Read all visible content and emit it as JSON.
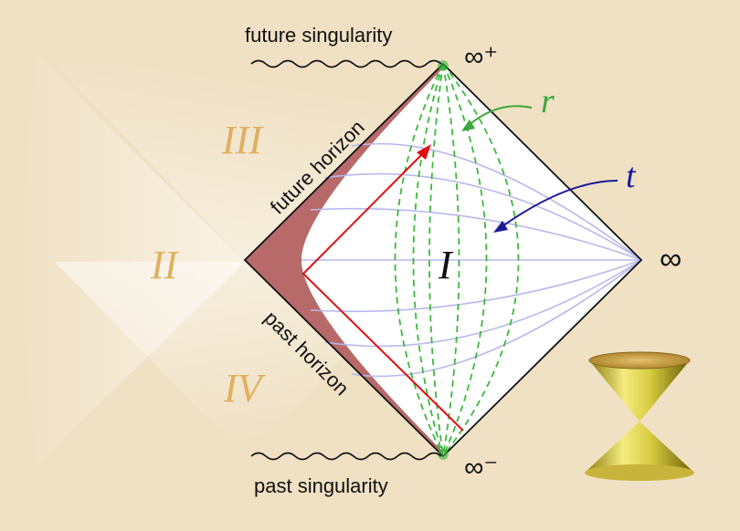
{
  "labels": {
    "future_singularity": "future singularity",
    "past_singularity": "past singularity",
    "future_horizon": "future horizon",
    "past_horizon": "past horizon",
    "inf_plus": "∞⁺",
    "inf_minus": "∞⁻",
    "inf_right": "∞",
    "region_I": "I",
    "region_II": "II",
    "region_III": "III",
    "region_IV": "IV",
    "r_label": "r",
    "t_label": "t"
  },
  "colors": {
    "background": "#f0e1c4",
    "diamond_fill": "#ffffff",
    "horizon_band": "#b86a6a",
    "r_curves": "#3db83d",
    "t_curves": "#b8b8ee",
    "worldline": "#e01010",
    "region_roman": "#e0b060",
    "r_label": "#3aa83a",
    "t_label": "#1a1a9a",
    "cone_gold": "#c8b43a"
  },
  "icons": {
    "light_cone": "double-cone-icon"
  }
}
